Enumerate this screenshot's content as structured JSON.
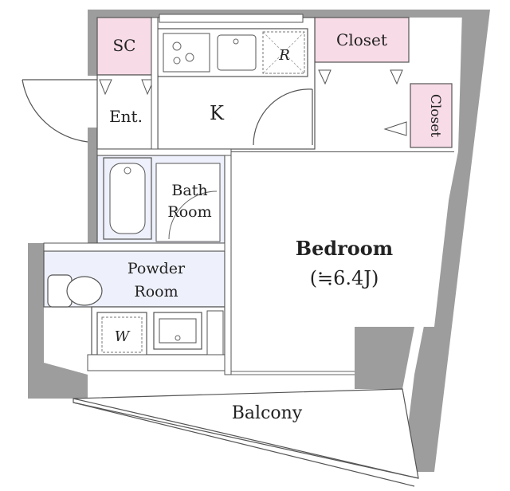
{
  "rooms": {
    "sc": "SC",
    "closet_top": "Closet",
    "closet_side": "Closet",
    "entrance": "Ent.",
    "kitchen": "K",
    "refrigerator": "R",
    "bath_line1": "Bath",
    "bath_line2": "Room",
    "powder_line1": "Powder",
    "powder_line2": "Room",
    "washer": "W",
    "bedroom": "Bedroom",
    "bedroom_size": "(≒6.4J)",
    "balcony": "Balcony"
  },
  "colors": {
    "wall": "#9d9d9d",
    "storage": "#f7dbe6",
    "wet_area": "#eef1fb",
    "floor": "#ffffff",
    "line": "#555555"
  }
}
